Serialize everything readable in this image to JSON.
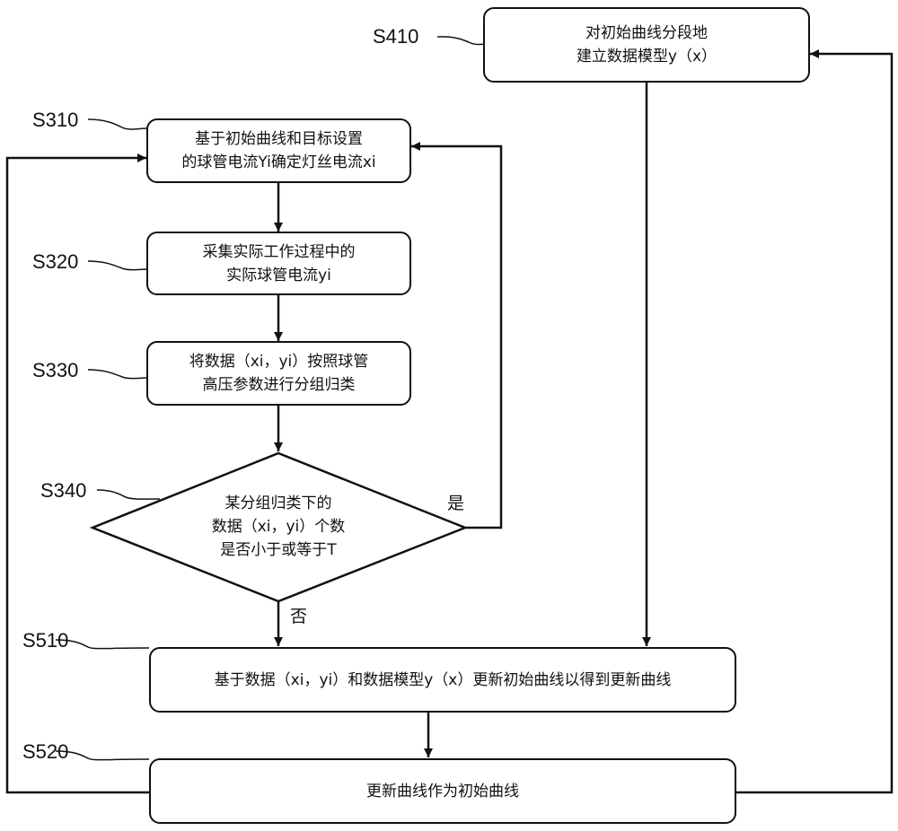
{
  "steps": {
    "s410": {
      "label": "S410",
      "lines": [
        "对初始曲线分段地",
        "建立数据模型y（x）"
      ]
    },
    "s310": {
      "label": "S310",
      "lines": [
        "基于初始曲线和目标设置",
        "的球管电流Yi确定灯丝电流xi"
      ]
    },
    "s320": {
      "label": "S320",
      "lines": [
        "采集实际工作过程中的",
        "实际球管电流yi"
      ]
    },
    "s330": {
      "label": "S330",
      "lines": [
        "将数据（xi，yi）按照球管",
        "高压参数进行分组归类"
      ]
    },
    "s340": {
      "label": "S340",
      "lines": [
        "某分组归类下的",
        "数据（xi，yi）个数",
        "是否小于或等于T"
      ],
      "yes": "是",
      "no": "否"
    },
    "s510": {
      "label": "S510",
      "lines": [
        "基于数据（xi，yi）和数据模型y（x）更新初始曲线以得到更新曲线"
      ]
    },
    "s520": {
      "label": "S520",
      "lines": [
        "更新曲线作为初始曲线"
      ]
    }
  },
  "colors": {
    "stroke": "#111111",
    "background": "#ffffff"
  }
}
